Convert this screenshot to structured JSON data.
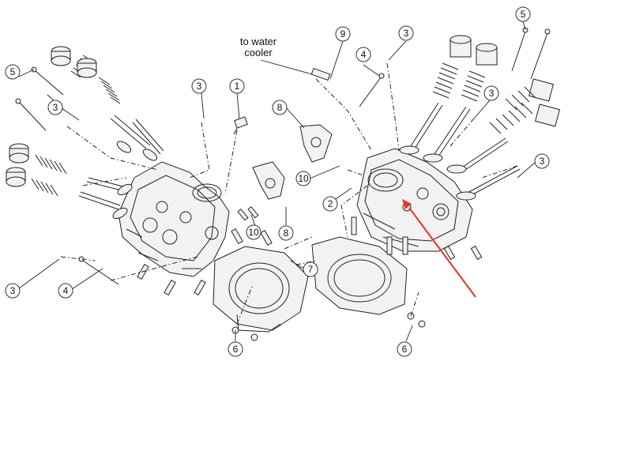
{
  "note": {
    "line1": "to water",
    "line2": "cooler"
  },
  "callouts": [
    "1",
    "2",
    "3",
    "4",
    "5",
    "6",
    "7",
    "8",
    "9",
    "10"
  ],
  "arrow_color": "#e8322d",
  "line_color": "#222222"
}
